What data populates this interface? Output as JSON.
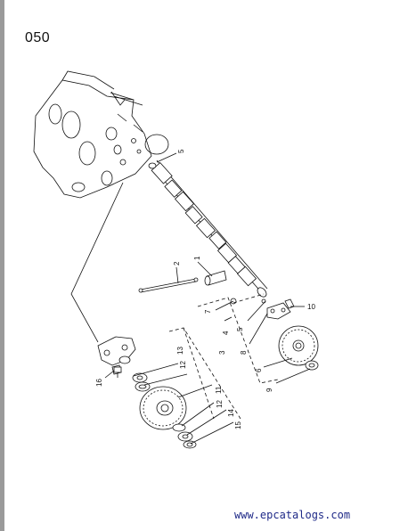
{
  "page": {
    "number": "050"
  },
  "footer": {
    "url": "www.epcatalogs.com"
  },
  "callouts": [
    "1",
    "2",
    "3",
    "4",
    "5",
    "5",
    "6",
    "7",
    "8",
    "9",
    "10",
    "11",
    "12",
    "12",
    "13",
    "14",
    "15",
    "16"
  ]
}
